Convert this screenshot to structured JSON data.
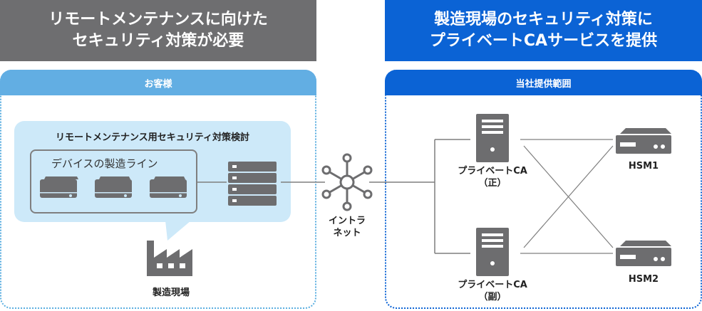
{
  "left_header": {
    "line1": "リモートメンテナンスに向けた",
    "line2": "セキュリティ対策が必要"
  },
  "right_header": {
    "line1": "製造現場のセキュリティ対策に",
    "line2": "プライベートCAサービスを提供"
  },
  "left_panel": {
    "tab": "お客様",
    "bubble_title": "リモートメンテナンス用セキュリティ対策検討",
    "device_line_label": "デバイスの製造ライン",
    "factory_label": "製造現場"
  },
  "network": {
    "line1": "イントラ",
    "line2": "ネット"
  },
  "right_panel": {
    "tab": "当社提供範囲",
    "ca_primary": {
      "line1": "プライベートCA",
      "line2": "（正）"
    },
    "ca_secondary": {
      "line1": "プライベートCA",
      "line2": "（副）"
    },
    "hsm1": "HSM1",
    "hsm2": "HSM2"
  },
  "colors": {
    "left_header": "#6e6e70",
    "right_header": "#0b63d5",
    "left_tab": "#62aee3",
    "bubble": "#cde9f9",
    "icon_gray": "#6d6d6f"
  }
}
